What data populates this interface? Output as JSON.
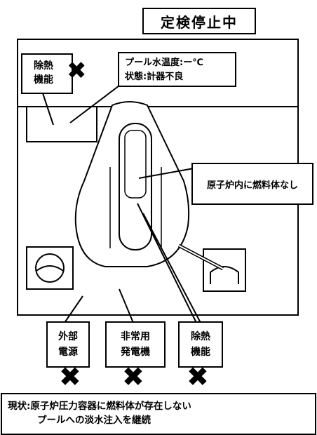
{
  "title": "定検停止中",
  "callouts": {
    "heat_removal_top": [
      "除熱",
      "機能"
    ],
    "pool": [
      "プール水温度:ー℃",
      "状態:計器不良"
    ],
    "core": "原子炉内に燃料体なし",
    "external_power": [
      "外部",
      "電源"
    ],
    "emergency_generator": [
      "非常用",
      "発電機"
    ],
    "heat_removal_bottom": [
      "除熱",
      "機能"
    ]
  },
  "status": {
    "label": "現状:",
    "line1": "原子炉圧力容器に燃料体が存在しない",
    "line2": "プールへの淡水注入を継続"
  },
  "icons": {
    "failure_mark": "x-mark-icon",
    "valve": "valve-icon",
    "pump": "pump-icon"
  },
  "colors": {
    "line": "#000000",
    "background": "#ffffff"
  }
}
